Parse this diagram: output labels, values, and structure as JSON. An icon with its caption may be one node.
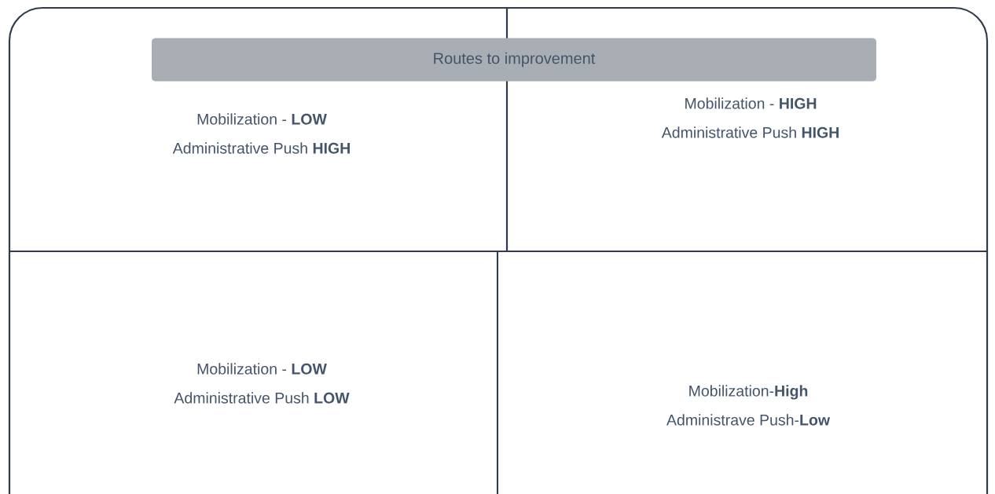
{
  "diagram": {
    "nodes": [
      {
        "text": [
          "Routes to improvement"
        ]
      },
      {
        "text": [
          "Mobilization - **LOW**",
          "Administrative Push **HIGH**"
        ]
      },
      {
        "text": [
          "Mobilization - **HIGH**",
          "Administrative Push **HIGH**"
        ]
      },
      {
        "text": [
          "Mobilization - **LOW**",
          "Administrative Push **LOW**"
        ]
      },
      {
        "text": [
          "Mobilization-**High**",
          "Administrave Push-**Low**"
        ]
      }
    ]
  }
}
